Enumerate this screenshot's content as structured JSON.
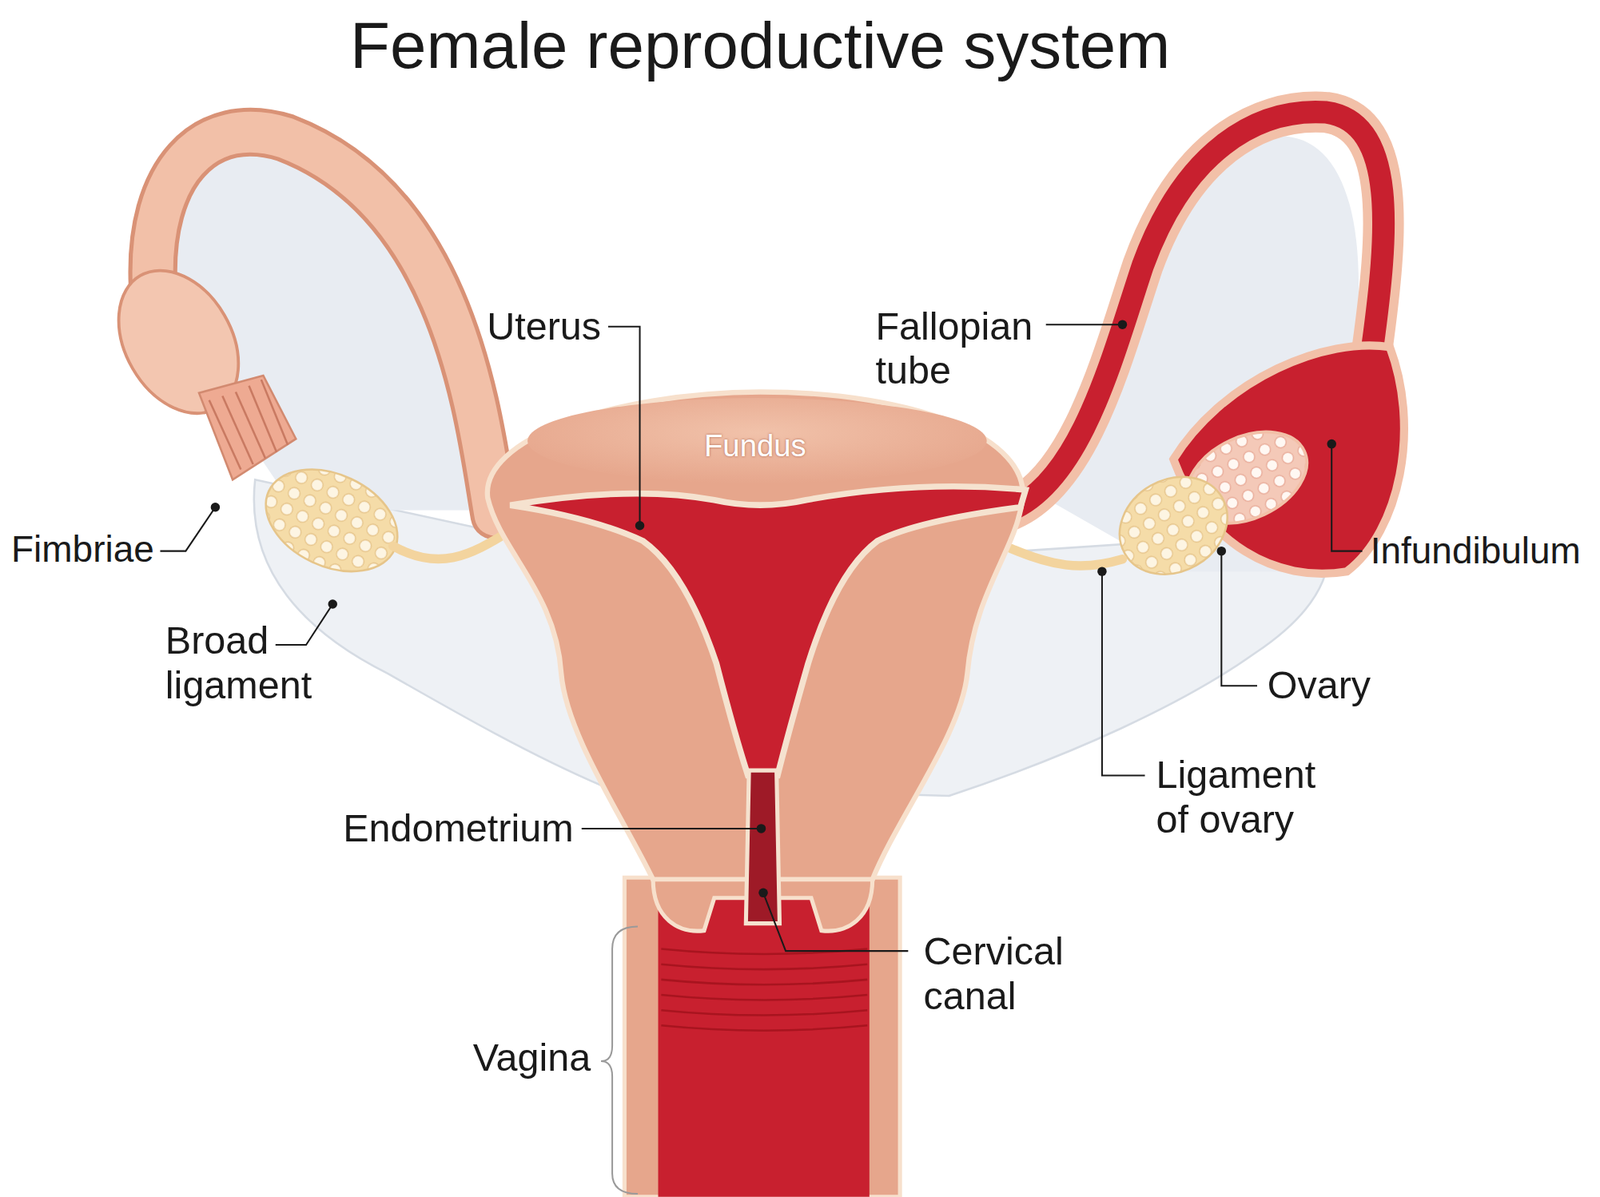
{
  "diagram": {
    "title": "Female reproductive system",
    "labels": [
      "Uterus",
      "Fallopian tube",
      "Fundus",
      "Fimbriae",
      "Infundibulum",
      "Broad ligament",
      "Ovary",
      "Ligament of ovary",
      "Endometrium",
      "Cervical canal",
      "Vagina"
    ]
  }
}
